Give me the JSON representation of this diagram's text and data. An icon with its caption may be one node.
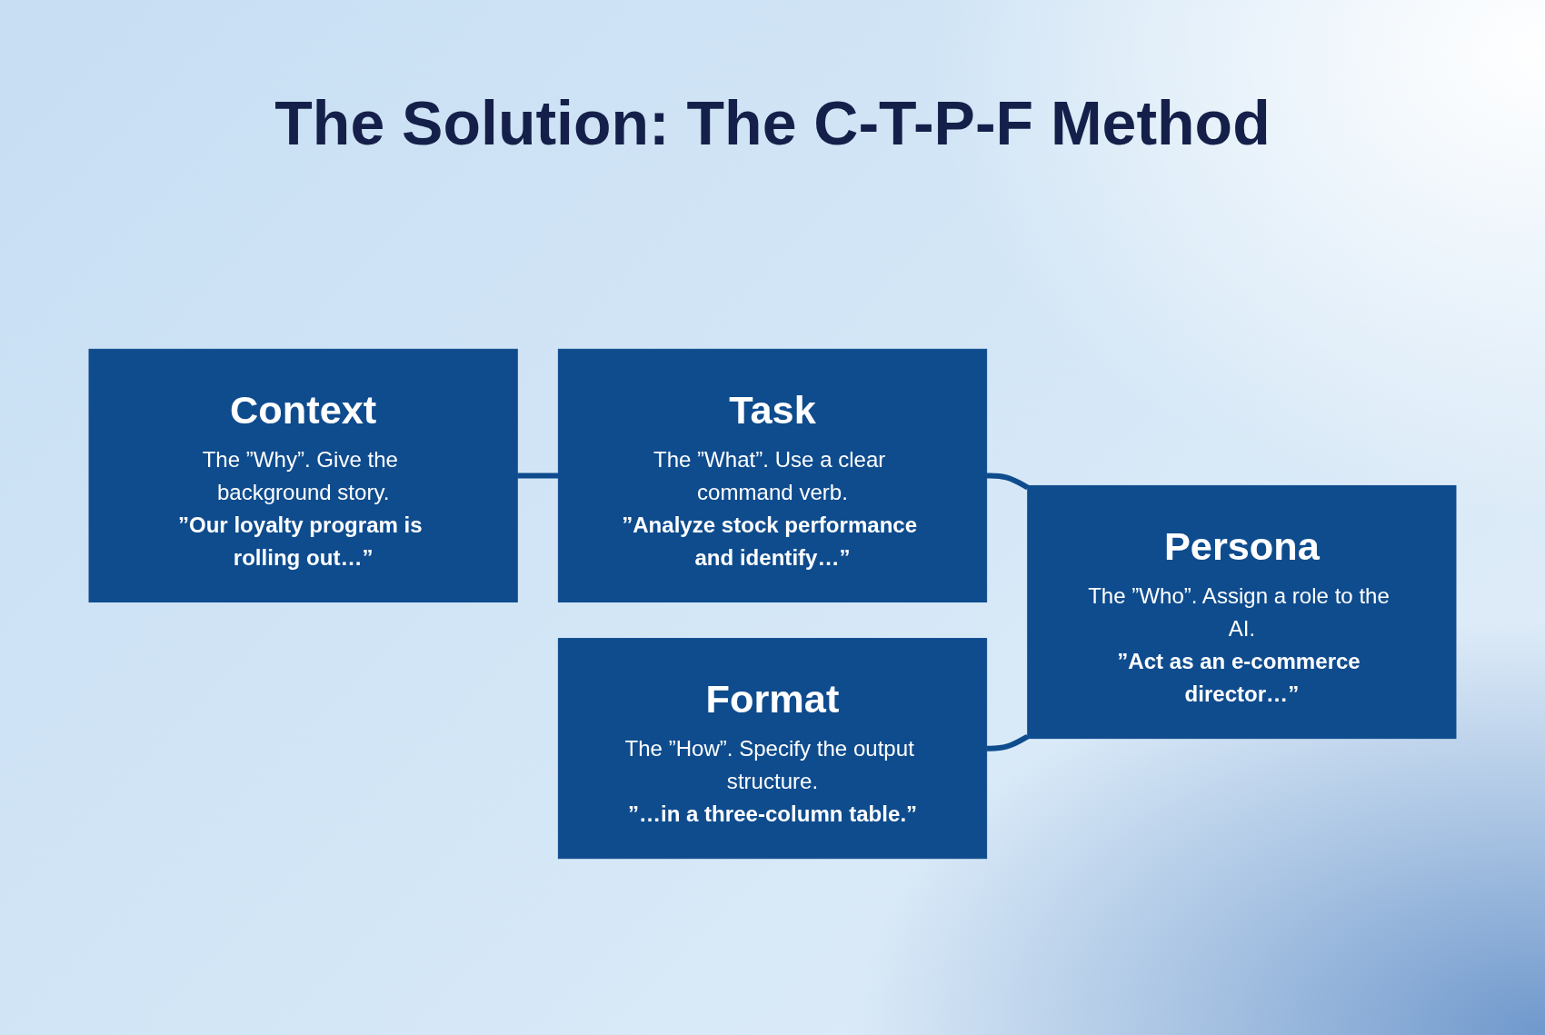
{
  "diagram": {
    "title": "The Solution: The C-T-P-F Method",
    "nodes": [
      {
        "text": [
          "Context",
          "The ”Why”. Give the background story.",
          "”Our loyalty program is rolling out…”"
        ]
      },
      {
        "text": [
          "Task",
          "The ”What”. Use a clear command verb.",
          "”Analyze stock performance and identify…”"
        ]
      },
      {
        "text": [
          "Format",
          "The ”How”. Specify the output structure.",
          "”…in a three-column table.”"
        ]
      },
      {
        "text": [
          "Persona",
          "The ”Who”. Assign a role to the AI.",
          "”Act as an e-commerce director…”"
        ]
      }
    ],
    "edges": [
      {
        "from": 0,
        "to": 1,
        "arrow": "none"
      },
      {
        "from": 1,
        "to": 3,
        "arrow": "none"
      },
      {
        "from": 2,
        "to": 3,
        "arrow": "none"
      }
    ]
  }
}
